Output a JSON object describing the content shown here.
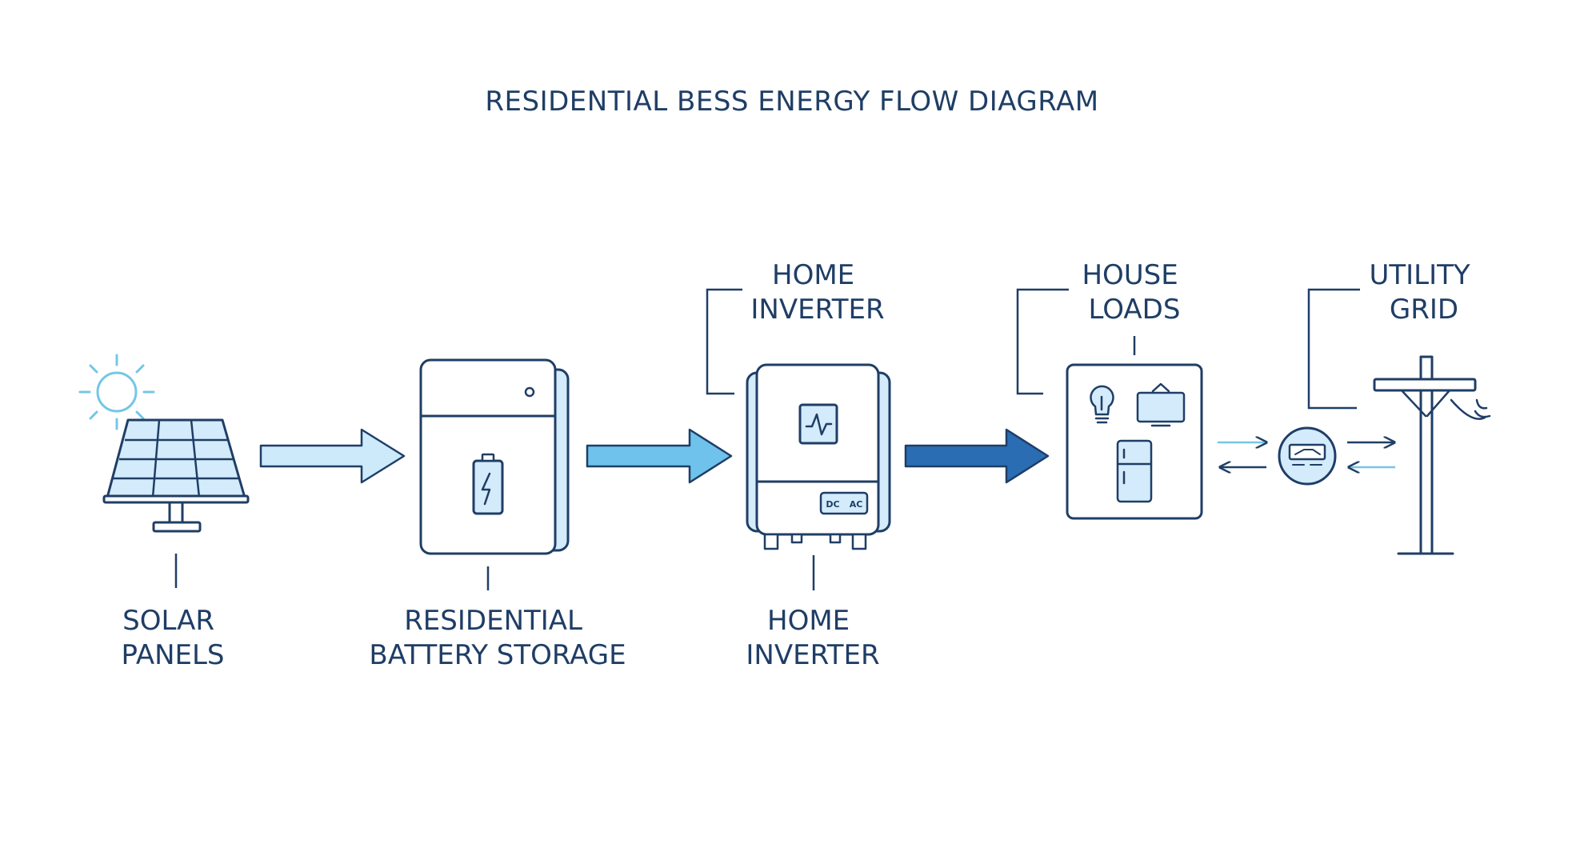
{
  "title": "RESIDENTIAL BESS ENERGY FLOW DIAGRAM",
  "colors": {
    "line": "#1f3e66",
    "arrow_light_fill": "#cdeafb",
    "arrow_mid_fill": "#6ec2ec",
    "arrow_dark_fill": "#2a6db3",
    "panel_fill": "#d3ebfa",
    "accent_light": "#74c6e6",
    "sun": "#74c6e6"
  },
  "nodes": {
    "solar": {
      "label_line1": "SOLAR",
      "label_line2": "PANELS",
      "icon": "solar-panel-icon"
    },
    "battery": {
      "label_line1": "RESIDENTIAL",
      "label_line2": "BATTERY STORAGE",
      "icon": "battery-icon"
    },
    "inverter": {
      "top_label_line1": "HOME",
      "top_label_line2": "INVERTER",
      "label_line1": "HOME",
      "label_line2": "INVERTER",
      "badge_dc": "DC",
      "badge_ac": "AC",
      "icon": "inverter-icon"
    },
    "loads": {
      "label_line1": "HOUSE",
      "label_line2": "LOADS",
      "icon": "house-loads-icon"
    },
    "grid": {
      "label_line1": "UTILITY",
      "label_line2": "GRID",
      "icon": "utility-pole-icon"
    }
  }
}
